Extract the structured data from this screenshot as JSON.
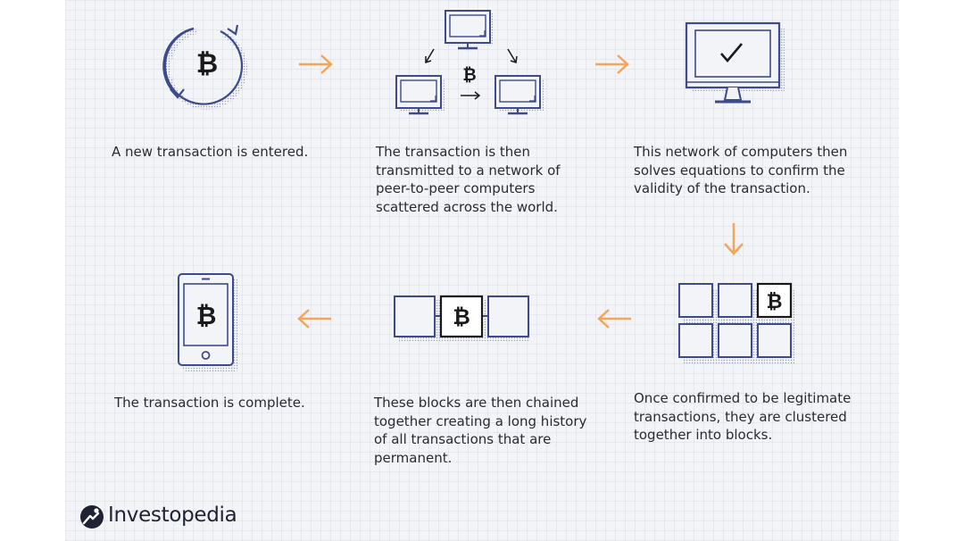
{
  "steps": [
    {
      "lines": [
        "A new transaction is entered."
      ]
    },
    {
      "lines": [
        "The transaction is then",
        "transmitted to a network of",
        "peer-to-peer computers",
        "scattered across the world."
      ]
    },
    {
      "lines": [
        "This network of computers then",
        "solves equations to confirm the",
        "validity of the transaction."
      ]
    },
    {
      "lines": [
        "Once confirmed to be legitimate",
        "transactions, they are clustered",
        "together into blocks."
      ]
    },
    {
      "lines": [
        "These blocks are then chained",
        "together creating a long history",
        "of all transactions that are",
        "permanent."
      ]
    },
    {
      "lines": [
        "The transaction is complete."
      ]
    }
  ],
  "bitcoin_symbol": "₿",
  "brand": {
    "name": "Investopedia",
    "icon": "investopedia-logo-icon"
  },
  "colors": {
    "background": "#f3f4f7",
    "line": "#3d4a8c",
    "arrow": "#f2a65a",
    "text": "#2a2a33",
    "ink": "#1a1a1a"
  }
}
